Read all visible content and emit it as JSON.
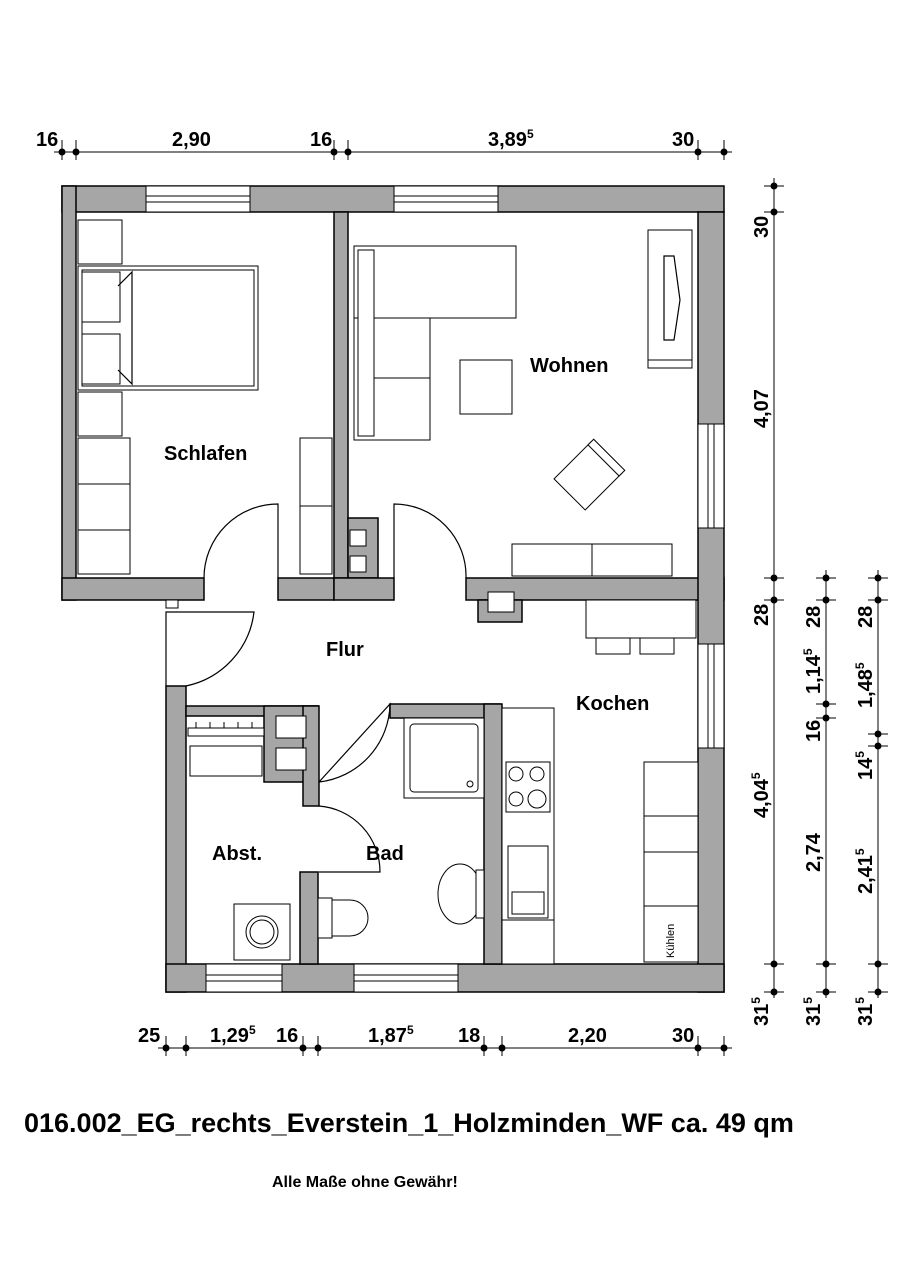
{
  "title": "016.002_EG_rechts_Everstein_1_Holzminden_WF ca. 49 qm",
  "note": "Alle Maße ohne Gewähr!",
  "rooms": {
    "schlafen": "Schlafen",
    "wohnen": "Wohnen",
    "flur": "Flur",
    "kochen": "Kochen",
    "abst": "Abst.",
    "bad": "Bad"
  },
  "appliance": {
    "kuehlen": "Kühlen"
  },
  "dimensions": {
    "top": [
      {
        "v": "16",
        "sup": ""
      },
      {
        "v": "2,90",
        "sup": ""
      },
      {
        "v": "16",
        "sup": ""
      },
      {
        "v": "3,89",
        "sup": "5"
      },
      {
        "v": "30",
        "sup": ""
      }
    ],
    "bottom": [
      {
        "v": "25",
        "sup": ""
      },
      {
        "v": "1,29",
        "sup": "5"
      },
      {
        "v": "16",
        "sup": ""
      },
      {
        "v": "1,87",
        "sup": "5"
      },
      {
        "v": "18",
        "sup": ""
      },
      {
        "v": "2,20",
        "sup": ""
      },
      {
        "v": "30",
        "sup": ""
      }
    ],
    "right1": [
      {
        "v": "30",
        "sup": ""
      },
      {
        "v": "4,07",
        "sup": ""
      },
      {
        "v": "28",
        "sup": ""
      },
      {
        "v": "4,04",
        "sup": "5"
      },
      {
        "v": "31",
        "sup": "5"
      }
    ],
    "right2": [
      {
        "v": "28",
        "sup": ""
      },
      {
        "v": "1,14",
        "sup": "5"
      },
      {
        "v": "16",
        "sup": ""
      },
      {
        "v": "2,74",
        "sup": ""
      },
      {
        "v": "31",
        "sup": "5"
      }
    ],
    "right3": [
      {
        "v": "28",
        "sup": ""
      },
      {
        "v": "1,48",
        "sup": "5"
      },
      {
        "v": "14",
        "sup": "5"
      },
      {
        "v": "2,41",
        "sup": "5"
      },
      {
        "v": "31",
        "sup": "5"
      }
    ]
  }
}
